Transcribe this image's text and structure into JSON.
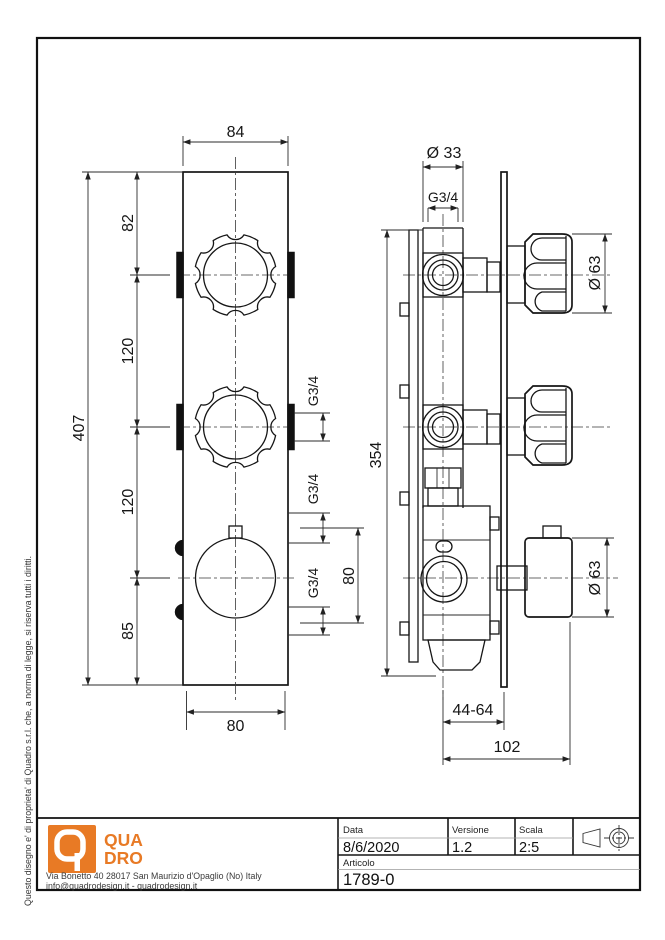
{
  "page": {
    "side_note": "Questo disegno e' di proprieta' di Quadro s.r.l. che, a norma di legge, si riserva tutti i diritti."
  },
  "front_view": {
    "dim_width_top": "84",
    "dim_top_offset": "82",
    "dim_spacing_1": "120",
    "dim_spacing_2": "120",
    "dim_bottom_offset": "85",
    "dim_overall_height": "407",
    "dim_width_bottom": "80",
    "port_thread_1": "G3/4",
    "port_thread_2": "G3/4",
    "port_thread_3": "G3/4",
    "dim_outlet_spacing": "80"
  },
  "side_view": {
    "dim_pipe_diameter": "Ø 33",
    "thread_label": "G3/4",
    "dim_body_height": "354",
    "dim_handle_diameter_top": "Ø 63",
    "dim_handle_diameter_bottom": "Ø 63",
    "dim_depth_adjustable": "44-64",
    "dim_depth_overall": "102"
  },
  "title_block": {
    "logo_mark": "Q",
    "logo_line1": "QUA",
    "logo_line2": "DRO",
    "logo_color": "#e87a25",
    "address_line1": "Via Bonetto 40  28017 San Maurizio d'Opaglio (No) Italy",
    "address_line2": "info@quadrodesign.it  -  quadrodesign.it",
    "data_label": "Data",
    "data_value": "8/6/2020",
    "versione_label": "Versione",
    "versione_value": "1.2",
    "scala_label": "Scala",
    "scala_value": "2:5",
    "articolo_label": "Articolo",
    "articolo_value": "1789-0"
  }
}
